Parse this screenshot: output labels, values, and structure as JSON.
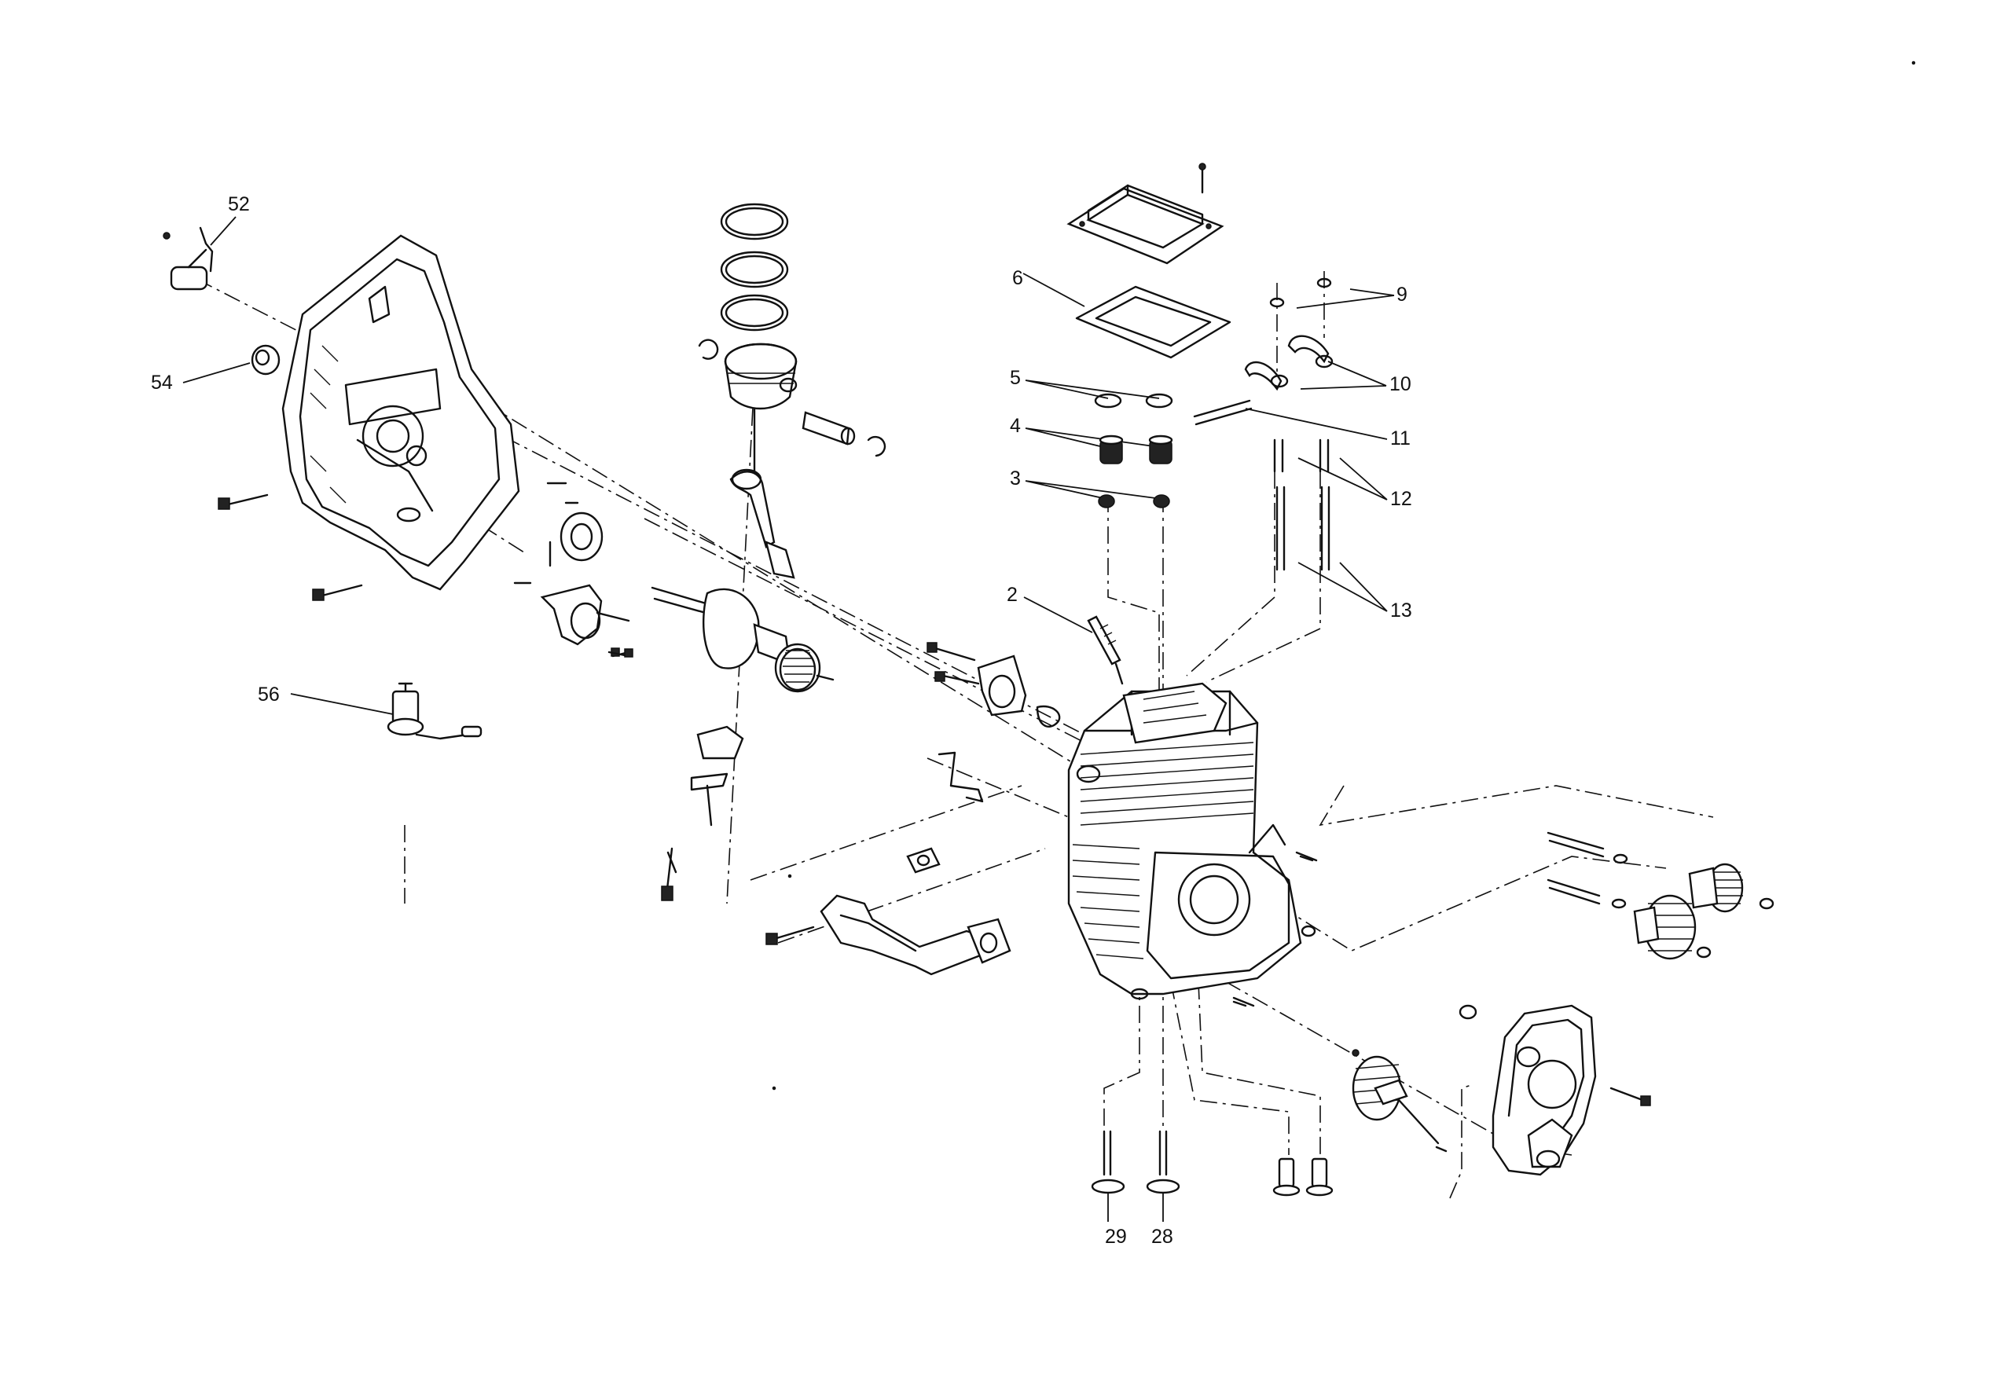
{
  "diagram": {
    "background": "#ffffff",
    "ink": "#111111"
  },
  "callouts": [
    {
      "id": "c52",
      "label": "52"
    },
    {
      "id": "c54",
      "label": "54"
    },
    {
      "id": "c56",
      "label": "56"
    },
    {
      "id": "c6",
      "label": "6"
    },
    {
      "id": "c5",
      "label": "5"
    },
    {
      "id": "c4",
      "label": "4"
    },
    {
      "id": "c3",
      "label": "3"
    },
    {
      "id": "c2",
      "label": "2"
    },
    {
      "id": "c9",
      "label": "9"
    },
    {
      "id": "c10",
      "label": "10"
    },
    {
      "id": "c11",
      "label": "11"
    },
    {
      "id": "c12",
      "label": "12"
    },
    {
      "id": "c13",
      "label": "13"
    },
    {
      "id": "c29",
      "label": "29"
    },
    {
      "id": "c28",
      "label": "28"
    }
  ]
}
